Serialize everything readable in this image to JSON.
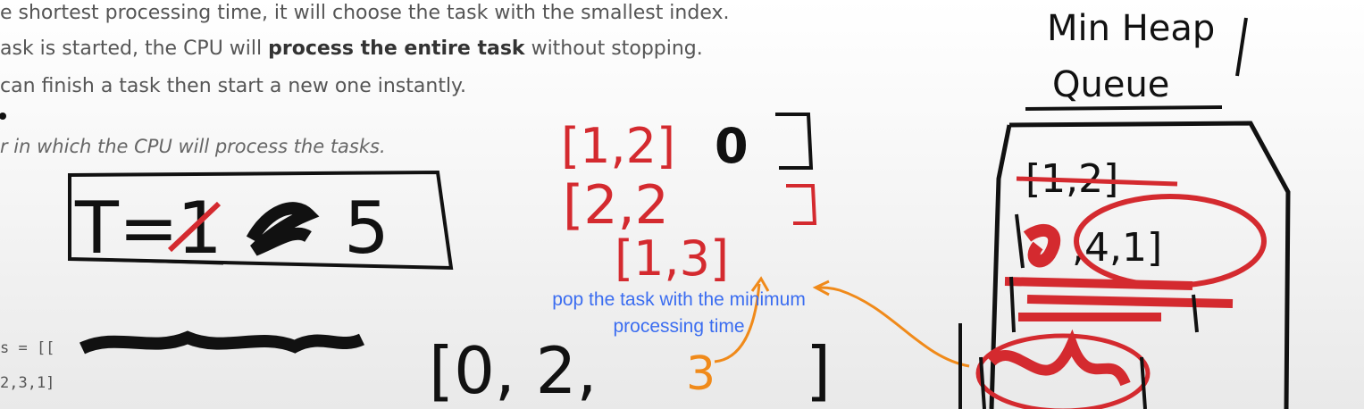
{
  "document": {
    "line1": "e shortest processing time, it will choose the task with the smallest index.",
    "line2_pre": "ask is started, the CPU will ",
    "line2_bold": "process the entire task",
    "line2_post": " without stopping.",
    "line3": " can finish a task then start a new one instantly.",
    "line4": "r in which the CPU will process the tasks.",
    "code1": "s = [[",
    "code2": "2,3,1]"
  },
  "whiteboard": {
    "heap_title_line1": "Min Heap",
    "heap_title_line2": "Queue",
    "time_label": "T=",
    "time_struck": "1",
    "time_value": "5",
    "task_list_1": "[1,2]",
    "task_list_1_index": "0",
    "task_list_2": "[2,2",
    "task_list_3": "[1,3]",
    "result_open": "[0, 2, ",
    "result_orange": "3",
    "result_close": "]",
    "heap_item_1": "[1,2]",
    "heap_item_2": ",4,1]"
  },
  "annotation": {
    "line1": "pop the task with the minimum",
    "line2": "processing time"
  },
  "colors": {
    "ink_black": "#111111",
    "ink_red": "#d42a2f",
    "ink_orange": "#f08a1a",
    "annotation_blue": "#3b6df0"
  }
}
